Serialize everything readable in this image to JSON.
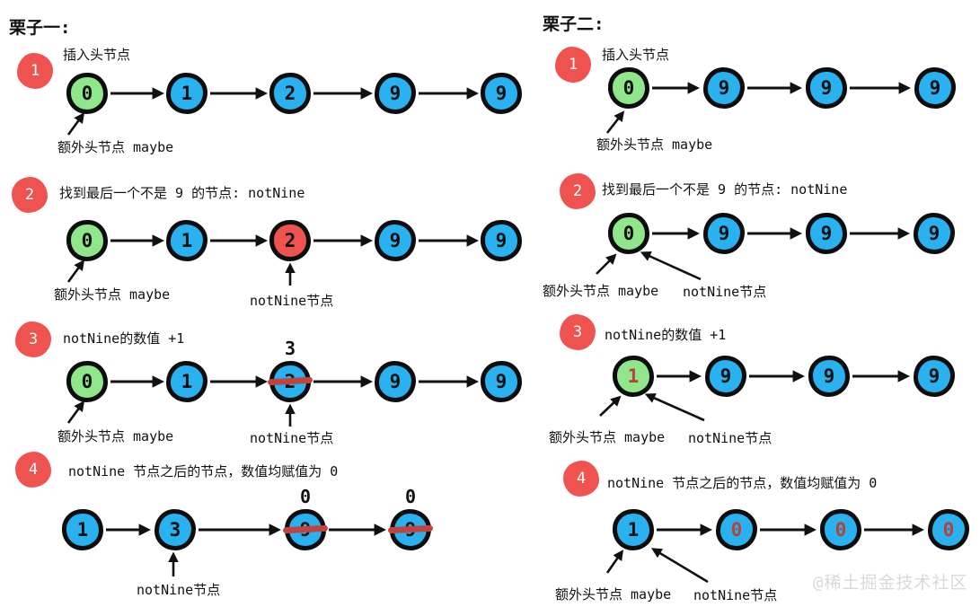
{
  "page": {
    "background": "#ffffff"
  },
  "watermark": "@稀土掘金技术社区",
  "colors": {
    "node_blue": "#29b2ef",
    "node_green": "#8fe68b",
    "node_red": "#ef5350",
    "badge_red": "#ef5350",
    "strike_red": "#c0443d",
    "red_value_text": "#b5433a",
    "node_outline": "#0d0d0d",
    "text": "#111111",
    "watermark_gray": "#d9d9d9"
  },
  "examples": [
    {
      "title": "栗子一:",
      "steps": [
        {
          "badge": "1",
          "text": "插入头节点",
          "labels": {
            "head": "额外头节点 maybe"
          },
          "nodes": [
            {
              "v": "0",
              "color": "green"
            },
            {
              "v": "1",
              "color": "blue"
            },
            {
              "v": "2",
              "color": "blue"
            },
            {
              "v": "9",
              "color": "blue"
            },
            {
              "v": "9",
              "color": "blue"
            }
          ]
        },
        {
          "badge": "2",
          "text": "找到最后一个不是 9 的节点: notNine",
          "labels": {
            "head": "额外头节点 maybe",
            "notnine": "notNine节点"
          },
          "nodes": [
            {
              "v": "0",
              "color": "green"
            },
            {
              "v": "1",
              "color": "blue"
            },
            {
              "v": "2",
              "color": "red"
            },
            {
              "v": "9",
              "color": "blue"
            },
            {
              "v": "9",
              "color": "blue"
            }
          ]
        },
        {
          "badge": "3",
          "text": "notNine的数值 +1",
          "labels": {
            "head": "额外头节点 maybe",
            "notnine": "notNine节点"
          },
          "nodes": [
            {
              "v": "0",
              "color": "green"
            },
            {
              "v": "1",
              "color": "blue"
            },
            {
              "v": "2",
              "color": "blue",
              "strike": true,
              "above": "3"
            },
            {
              "v": "9",
              "color": "blue"
            },
            {
              "v": "9",
              "color": "blue"
            }
          ]
        },
        {
          "badge": "4",
          "text": "notNine 节点之后的节点，数值均赋值为 0",
          "labels": {
            "notnine": "notNine节点"
          },
          "nodes": [
            {
              "v": "1",
              "color": "blue"
            },
            {
              "v": "3",
              "color": "blue"
            },
            {
              "v": "9",
              "color": "blue",
              "strike": true,
              "above": "0"
            },
            {
              "v": "9",
              "color": "blue",
              "strike": true,
              "above": "0"
            }
          ]
        }
      ]
    },
    {
      "title": "栗子二:",
      "steps": [
        {
          "badge": "1",
          "text": "插入头节点",
          "labels": {
            "head": "额外头节点 maybe"
          },
          "nodes": [
            {
              "v": "0",
              "color": "green"
            },
            {
              "v": "9",
              "color": "blue"
            },
            {
              "v": "9",
              "color": "blue"
            },
            {
              "v": "9",
              "color": "blue"
            }
          ]
        },
        {
          "badge": "2",
          "text": "找到最后一个不是 9 的节点: notNine",
          "labels": {
            "head": "额外头节点 maybe",
            "notnine": "notNine节点"
          },
          "nodes": [
            {
              "v": "0",
              "color": "green"
            },
            {
              "v": "9",
              "color": "blue"
            },
            {
              "v": "9",
              "color": "blue"
            },
            {
              "v": "9",
              "color": "blue"
            }
          ]
        },
        {
          "badge": "3",
          "text": "notNine的数值 +1",
          "labels": {
            "head": "额外头节点 maybe",
            "notnine": "notNine节点"
          },
          "nodes": [
            {
              "v": "1",
              "color": "green",
              "red_text": true
            },
            {
              "v": "9",
              "color": "blue"
            },
            {
              "v": "9",
              "color": "blue"
            },
            {
              "v": "9",
              "color": "blue"
            }
          ]
        },
        {
          "badge": "4",
          "text": "notNine 节点之后的节点，数值均赋值为 0",
          "labels": {
            "head": "额外头节点 maybe",
            "notnine": "notNine节点"
          },
          "nodes": [
            {
              "v": "1",
              "color": "blue"
            },
            {
              "v": "0",
              "color": "blue",
              "red_text": true
            },
            {
              "v": "0",
              "color": "blue",
              "red_text": true
            },
            {
              "v": "0",
              "color": "blue",
              "red_text": true
            }
          ]
        }
      ]
    }
  ]
}
